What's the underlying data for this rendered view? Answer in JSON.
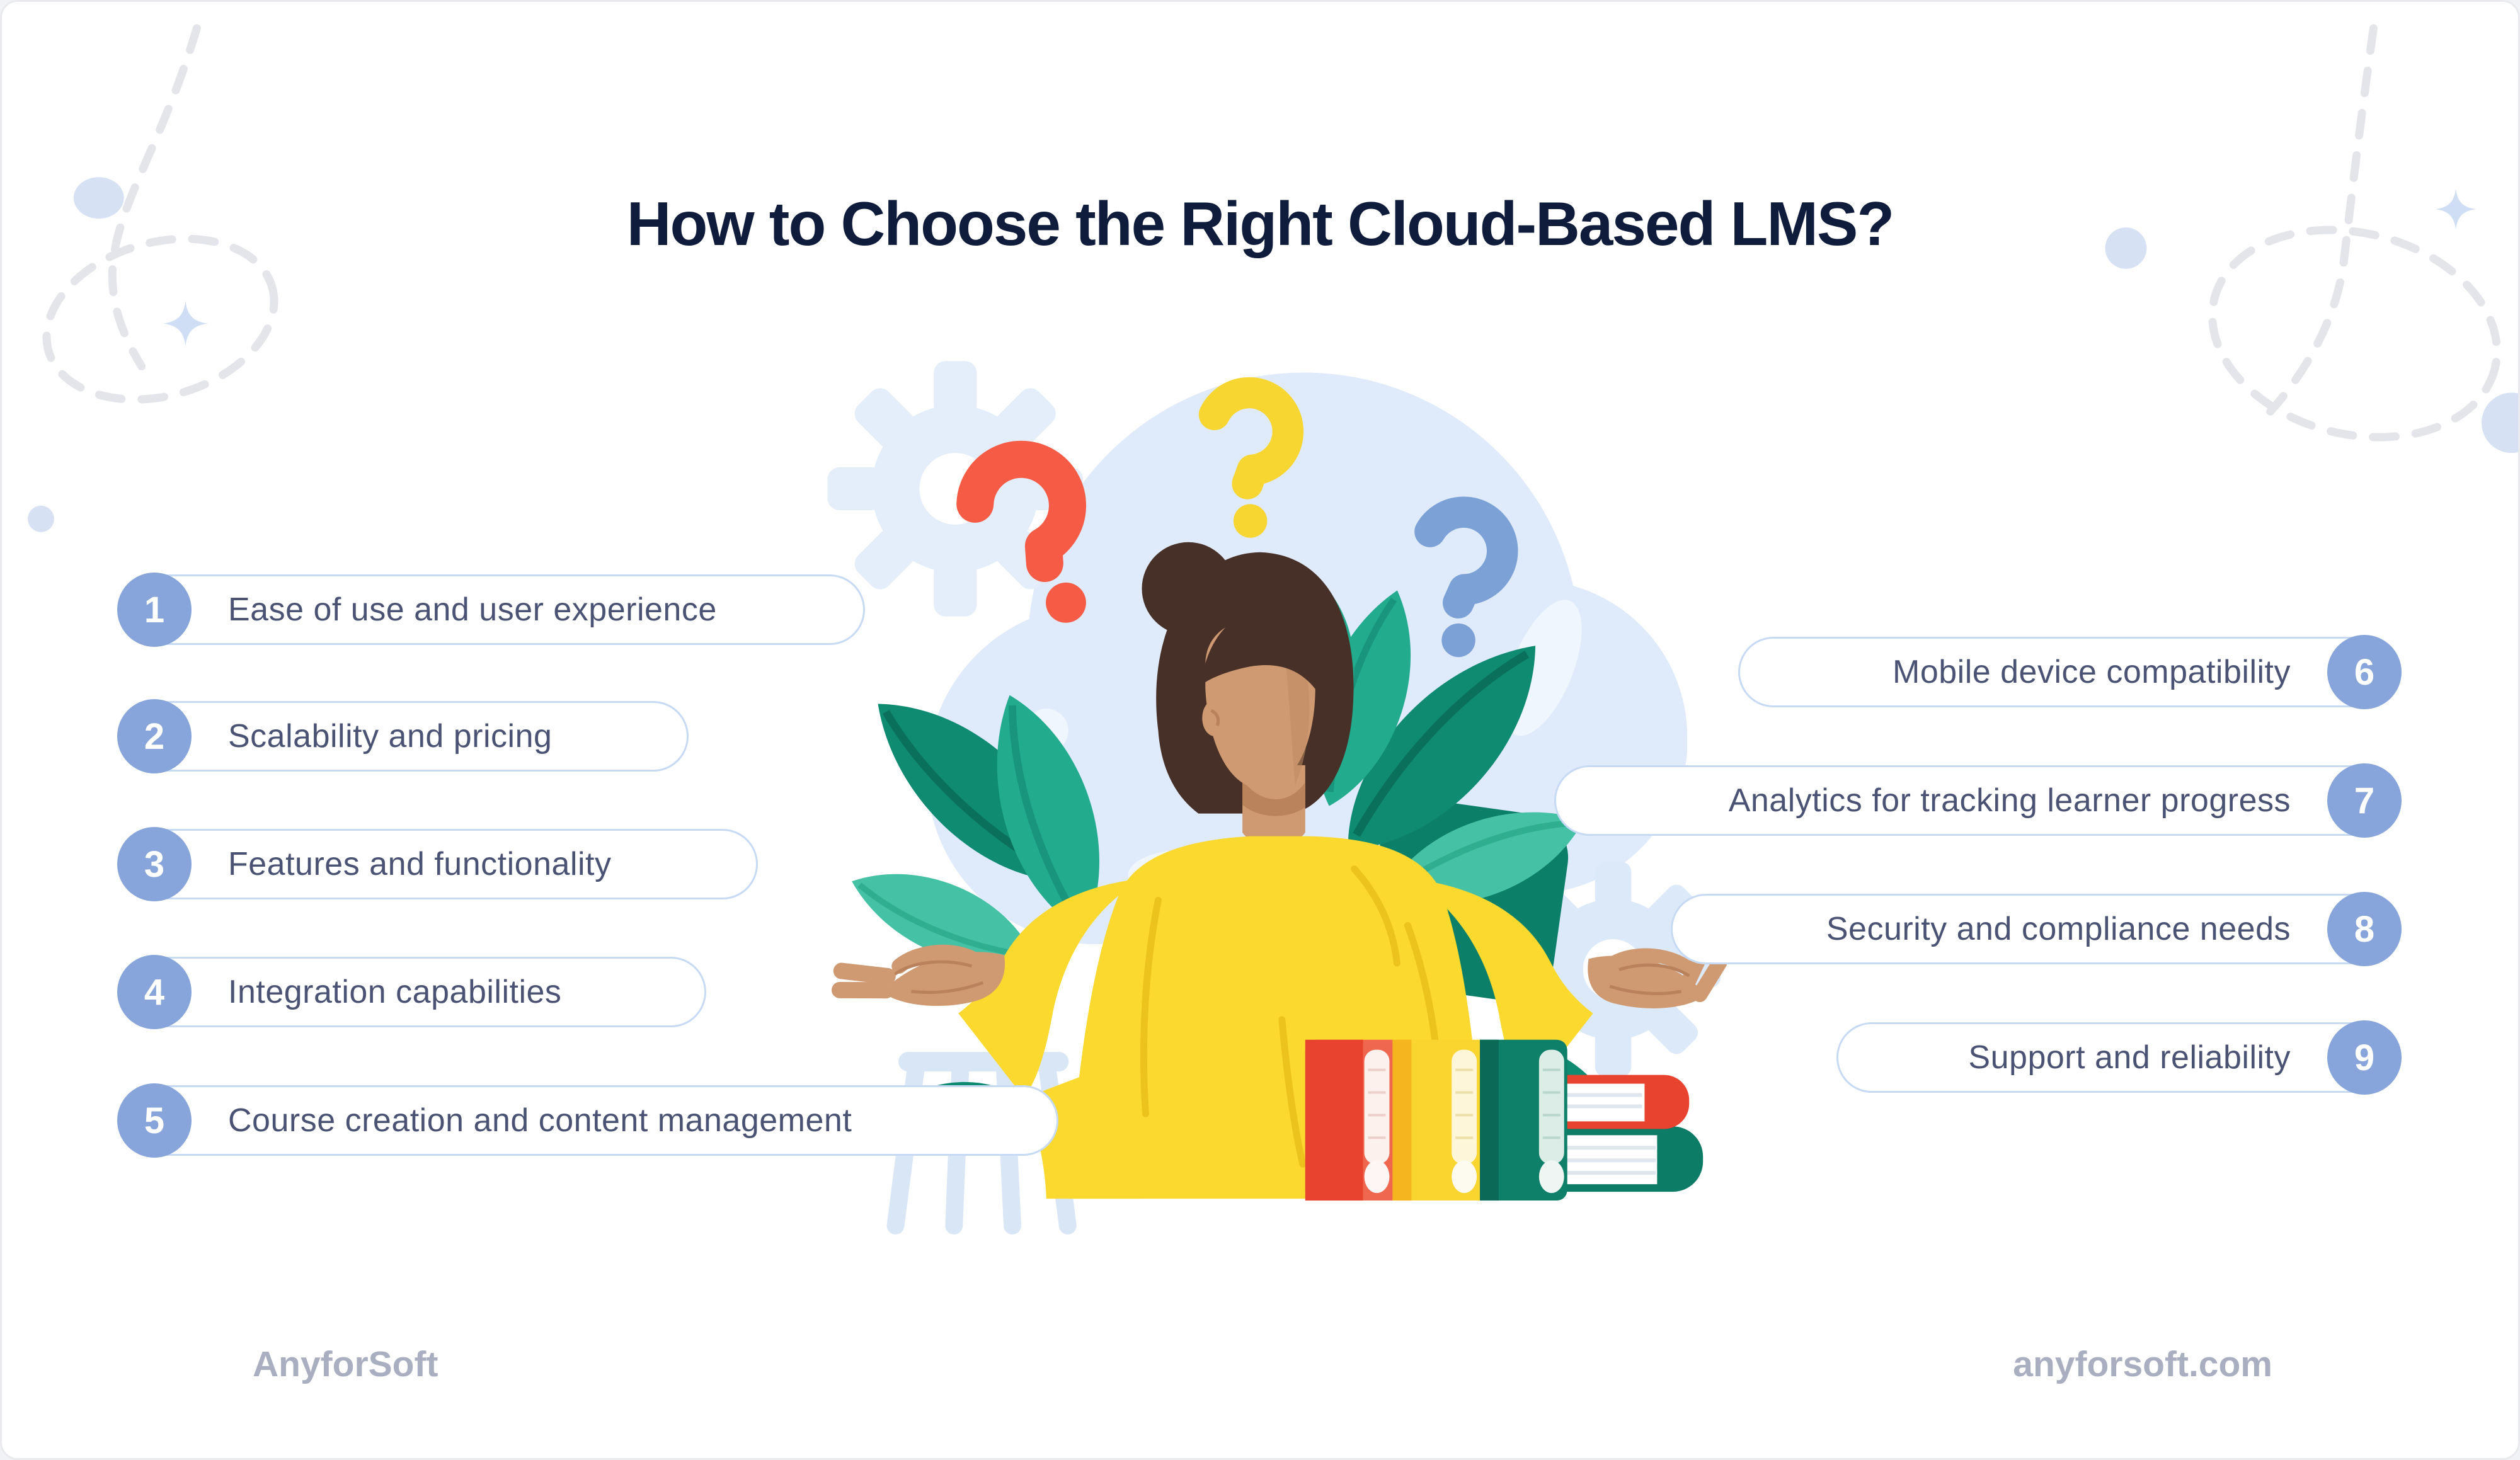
{
  "page": {
    "title": "How to Choose the Right Cloud-Based LMS?"
  },
  "left_items": [
    {
      "number": "1",
      "label": "Ease of use and user experience"
    },
    {
      "number": "2",
      "label": "Scalability and pricing"
    },
    {
      "number": "3",
      "label": "Features and functionality"
    },
    {
      "number": "4",
      "label": "Integration capabilities"
    },
    {
      "number": "5",
      "label": "Course creation and content management"
    }
  ],
  "right_items": [
    {
      "number": "6",
      "label": "Mobile device compatibility"
    },
    {
      "number": "7",
      "label": "Analytics for tracking learner progress"
    },
    {
      "number": "8",
      "label": "Security and compliance needs"
    },
    {
      "number": "9",
      "label": "Support and reliability"
    }
  ],
  "footer": {
    "brand": "AnyforSoft",
    "website": "anyforsoft.com"
  },
  "colors": {
    "title_text": "#0f1c3b",
    "item_text": "#4a5374",
    "number_badge": "#87a5da",
    "pill_border": "#c7daf4",
    "footer_text": "#a9afc0",
    "question_red": "#f65b45",
    "question_yellow": "#f8d631",
    "question_blue": "#7ba1d6",
    "cloud_blue": "#dfeafa",
    "gear_blue": "#e4eefb",
    "leaf_dark": "#0f8b72",
    "leaf_medium": "#22ab8d",
    "leaf_light": "#45c2a5",
    "sweater_yellow": "#fbd92e",
    "skin_tan": "#cf9a72",
    "hair_brown": "#473028",
    "binder_red": "#e8432e",
    "binder_yellow": "#fad52f",
    "binder_teal": "#0e7f68"
  },
  "icons": [
    "question-mark-icon",
    "gear-icon",
    "sparkle-icon",
    "dot-decoration",
    "dashed-path-decoration"
  ]
}
